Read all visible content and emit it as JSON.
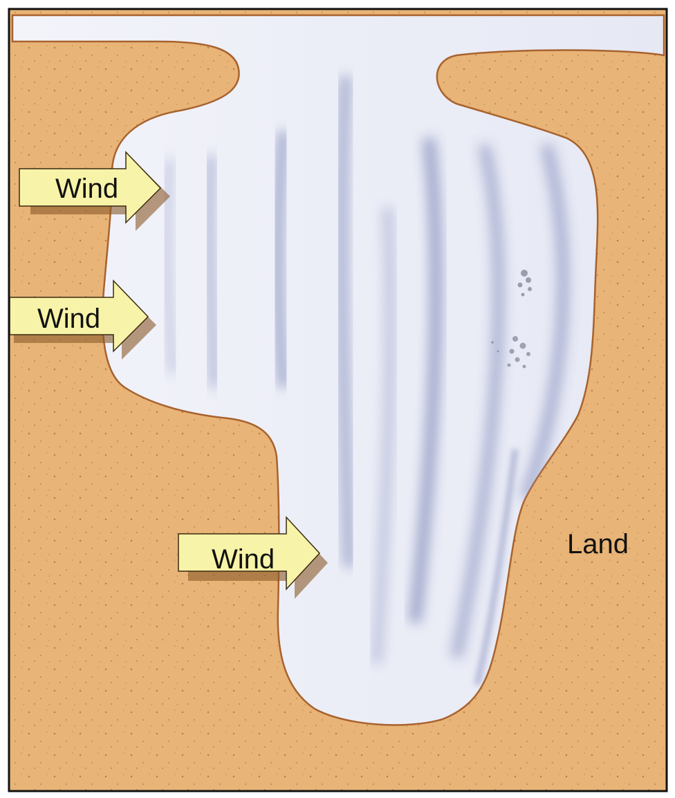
{
  "labels": {
    "wind_top": "Wind",
    "wind_middle": "Wind",
    "wind_bottom": "Wind",
    "land": "Land"
  },
  "colors": {
    "land_fill": "#e8b477",
    "land_edge": "#a8622e",
    "ice_fill": "#eef0f8",
    "ice_streak": "#9aa3c8",
    "arrow_fill": "#f7f3a8",
    "arrow_shadow": "#8a5a2a",
    "frame": "#111111"
  },
  "icons": {
    "wind_arrow": "wind-arrow-icon"
  }
}
